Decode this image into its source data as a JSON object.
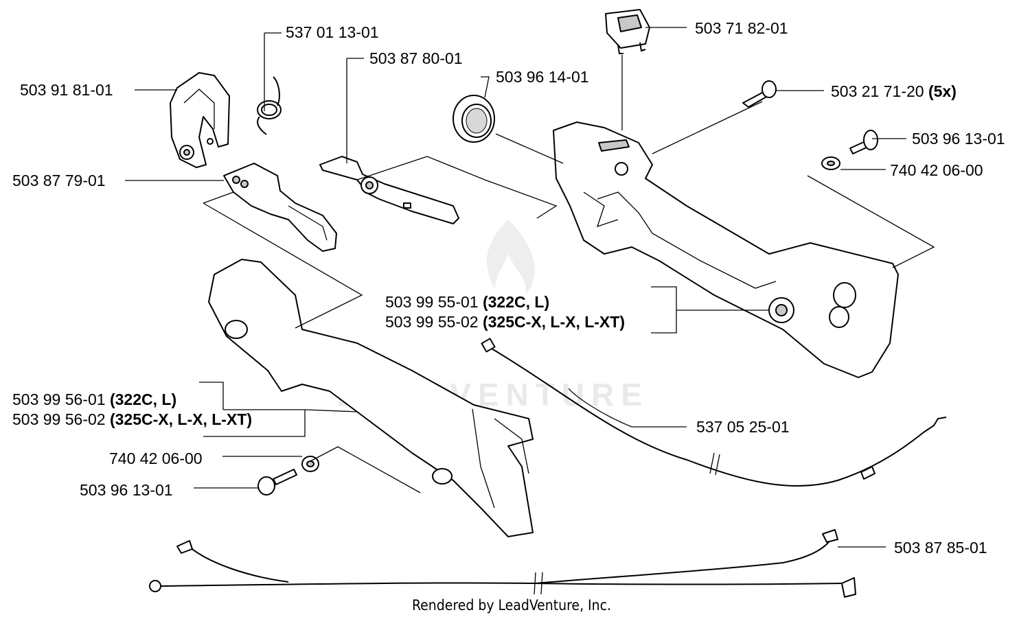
{
  "watermark": "LEADVENTURE",
  "footer": "Rendered by LeadVenture, Inc.",
  "labels": {
    "p1": "537 01 13-01",
    "p2": "503 87 80-01",
    "p3": "503 91 81-01",
    "p4": "503 96 14-01",
    "p5": "503 71 82-01",
    "p6_num": "503 21 71-20",
    "p6_qty": "(5x)",
    "p7": "503 96 13-01",
    "p8": "740 42 06-00",
    "p9": "503 87 79-01",
    "p10a_num": "503 99 55-01",
    "p10a_model": "(322C, L)",
    "p10b_num": "503 99 55-02",
    "p10b_model": "(325C-X, L-X, L-XT)",
    "p11a_num": "503 99 56-01",
    "p11a_model": "(322C, L)",
    "p11b_num": "503 99 56-02",
    "p11b_model": "(325C-X, L-X, L-XT)",
    "p12": "537 05 25-01",
    "p13": "740 42 06-00",
    "p14": "503 96 13-01",
    "p15": "503 87 85-01"
  }
}
